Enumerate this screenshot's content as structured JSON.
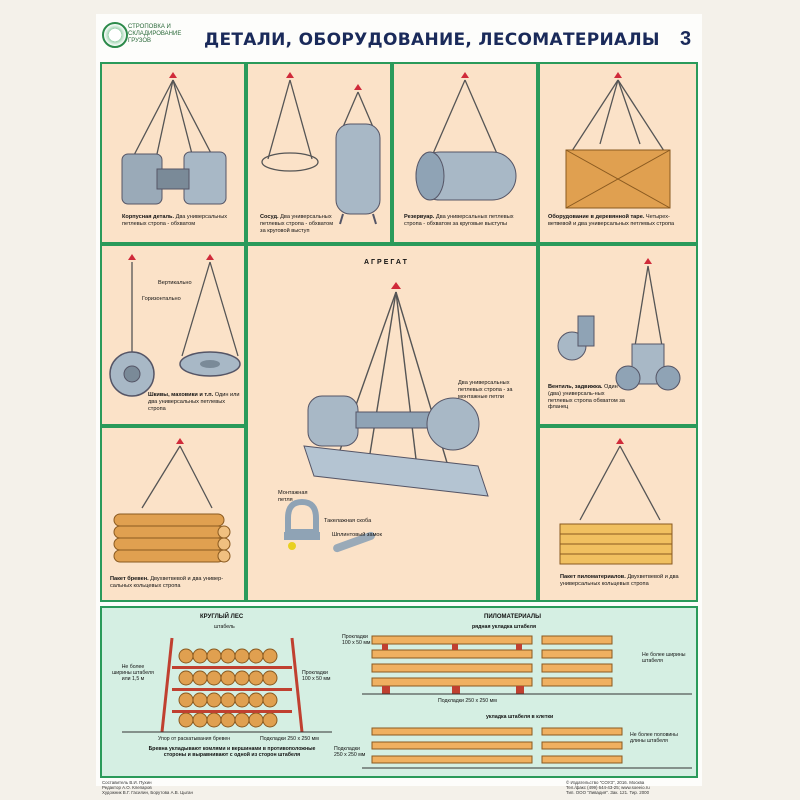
{
  "header": {
    "logo_text": "СТРОПОВКА И СКЛАДИРОВАНИЕ ГРУЗОВ",
    "title": "ДЕТАЛИ, ОБОРУДОВАНИЕ, ЛЕСОМАТЕРИАЛЫ",
    "number": "3"
  },
  "cells": {
    "c1": {
      "bold": "Корпусная деталь.",
      "text": " Два универсальных петлевых стропа - обхватом"
    },
    "c2": {
      "bold": "Сосуд.",
      "text": " Два универсальных петлевых стропа - обхватом за круговой выступ"
    },
    "c3": {
      "bold": "Резервуар.",
      "text": " Два универсальных петлевых стропа - обхватом за круговые выступы"
    },
    "c4": {
      "bold": "Оборудование в деревянной таре.",
      "text": " Четырех-ветвевой и два универсальных петлевых стропа"
    },
    "c5": {
      "bold": "Шкивы, маховики и т.п.",
      "text": " Один или два универсальных петлевых стропа",
      "vertical": "Вертикально",
      "horizontal": "Горизонтально"
    },
    "c6": {
      "bold": "Вентиль, задвижка.",
      "text": " Один (два) универсаль-ных петлевых стропа обхватом за фланец"
    },
    "c7": {
      "bold": "Пакет бревен.",
      "text": " Двухветвевой и два универ-сальных кольцевых стропа"
    },
    "c8": {
      "bold": "Пакет пиломатериалов.",
      "text": " Двухветвевой и два универсальных кольцевых стропа"
    },
    "center": {
      "title": "АГРЕГАТ",
      "slings": "Два универсальных петлевых стропа - за монтажные петли",
      "loop": "Монтажная петля",
      "shackle": "Такелажная скоба",
      "pin": "Шплинтовый замок"
    }
  },
  "bottom": {
    "round_title": "КРУГЛЫЙ ЛЕС",
    "round_sub": "штабель",
    "round_width": "Не более ширины штабеля или 1,5 м",
    "round_pads": "Прокладки 100 х 50 мм",
    "round_stop": "Упор от раскатывания бревен",
    "round_base": "Подкладки 250 х 250 мм",
    "round_note": "Бревна укладывают комлями и вершинами в противоположные стороны и выравнивают с одной из сторон штабеля",
    "lumber_title": "ПИЛОМАТЕРИАЛЫ",
    "lumber_row": "рядная укладка штабеля",
    "lumber_pads": "Прокладки 100 х 50 мм",
    "lumber_base": "Подкладки 250 х 250 мм",
    "lumber_width": "Не более ширины штабеля",
    "lumber_cage": "укладка штабеля в клетки",
    "lumber_base2": "Подкладки 250 х 250 мм",
    "lumber_half": "Не более половины длины штабеля"
  },
  "footer": {
    "left": "Составитель В.И. Пухин\nРедактор А.О. Клепаров\nХудожник В.Г. Гасилин, Борутова А.В. Цыган",
    "right": "© Издательство \"СОУЗ\", 2016. Москва\nТел./факс (499) 644-43-25; www.soeeio.ru\nТип. ООО \"Ливадия\". Зак. 121. Тир. 2000"
  },
  "colors": {
    "frame": "#2a9a5a",
    "cell": "#fbe2c8",
    "bottom": "#d5efe3",
    "hook": "#d02a3a",
    "metal": "#8fa3b5",
    "wood": "#e0a050"
  }
}
